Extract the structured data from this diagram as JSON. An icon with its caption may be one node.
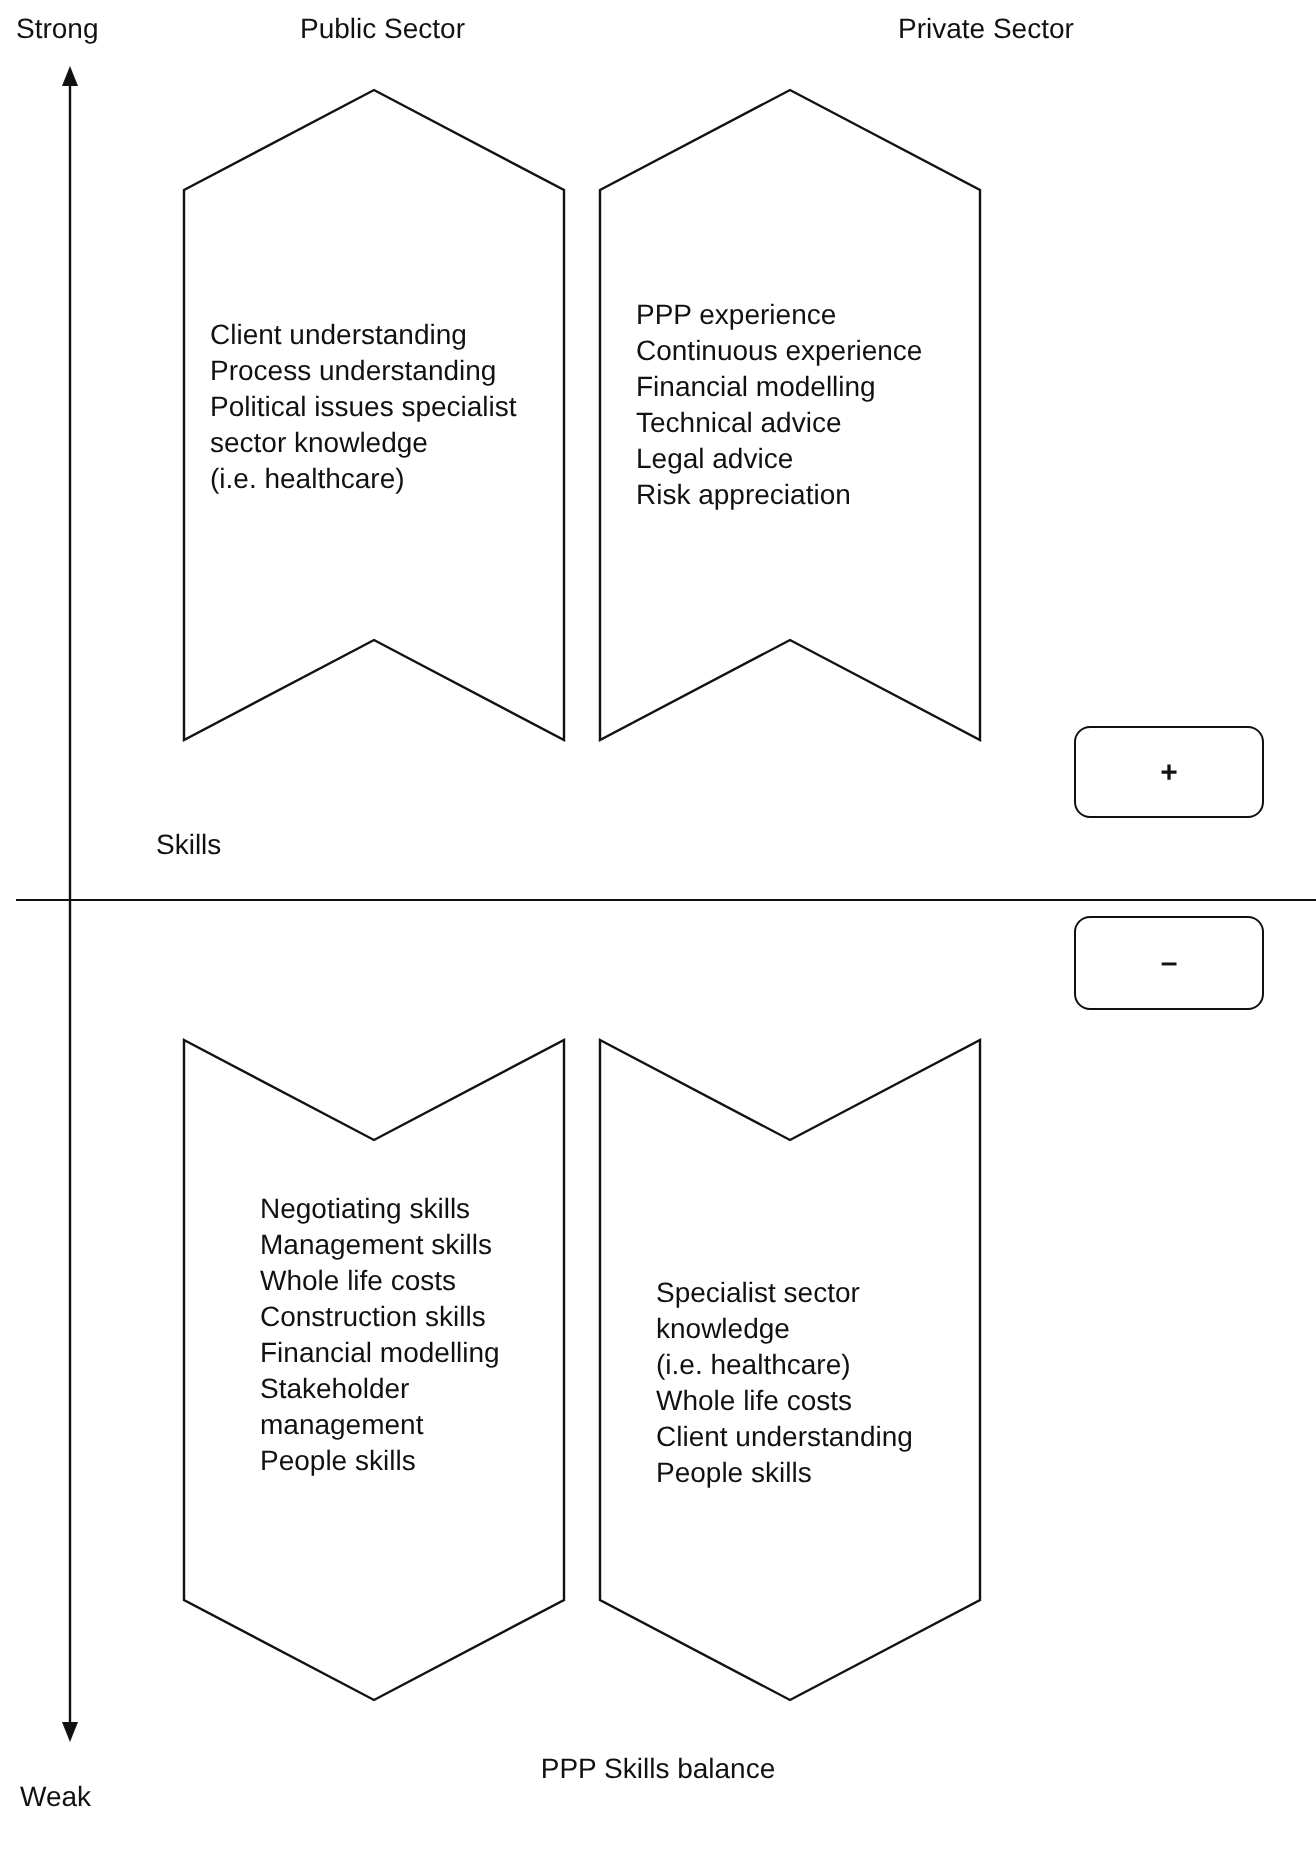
{
  "diagram": {
    "caption": "PPP Skills balance",
    "nodes": [
      {
        "text": [
          "Client understanding",
          "Process understanding",
          "Political issues specialist",
          "sector knowledge",
          "(i.e. healthcare)"
        ]
      },
      {
        "text": [
          "PPP experience",
          "Continuous experience",
          "Financial modelling",
          "Technical advice",
          "Legal advice",
          "Risk appreciation"
        ]
      },
      {
        "text": [
          "+"
        ]
      },
      {
        "text": [
          "–"
        ]
      },
      {
        "text": [
          "Negotiating skills",
          "Management skills",
          "Whole life costs",
          "Construction skills",
          "Financial modelling",
          "Stakeholder",
          "management",
          "People skills"
        ]
      },
      {
        "text": [
          "Specialist sector",
          "knowledge",
          "(i.e. healthcare)",
          "Whole life costs",
          "Client understanding",
          "People skills"
        ]
      }
    ],
    "labels": [
      "Strong",
      "Public Sector",
      "Private Sector",
      "Skills",
      "Weak"
    ]
  }
}
